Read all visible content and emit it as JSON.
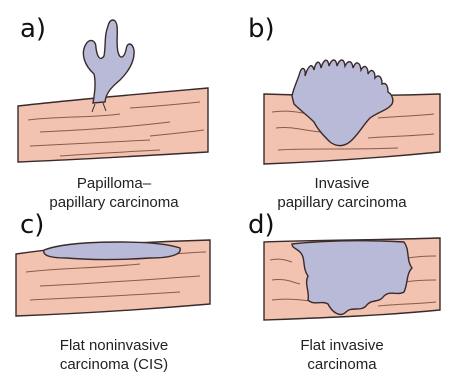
{
  "colors": {
    "tissue": "#f2c3b1",
    "tissue_dark": "#e9a893",
    "tumor": "#b9bad8",
    "outline": "#3a2a2a",
    "background": "#ffffff"
  },
  "panels": [
    {
      "letter": "a)",
      "caption_line1": "Papilloma–",
      "caption_line2": "papillary carcinoma"
    },
    {
      "letter": "b)",
      "caption_line1": "Invasive",
      "caption_line2": "papillary carcinoma"
    },
    {
      "letter": "c)",
      "caption_line1": "Flat noninvasive",
      "caption_line2": "carcinoma (CIS)"
    },
    {
      "letter": "d)",
      "caption_line1": "Flat invasive",
      "caption_line2": "carcinoma"
    }
  ]
}
